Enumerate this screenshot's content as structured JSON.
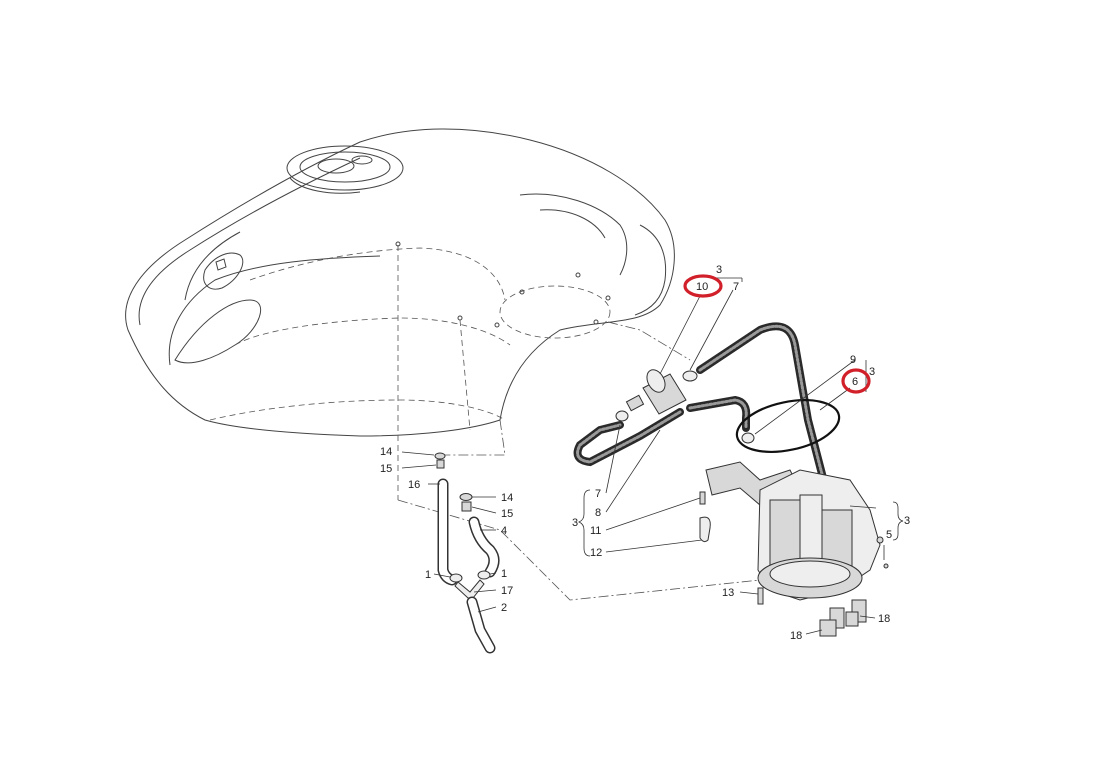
{
  "diagram": {
    "accent_color": "#d2202a",
    "callouts": [
      {
        "id": "c14a",
        "text": "14"
      },
      {
        "id": "c15a",
        "text": "15"
      },
      {
        "id": "c16",
        "text": "16"
      },
      {
        "id": "c14b",
        "text": "14"
      },
      {
        "id": "c15b",
        "text": "15"
      },
      {
        "id": "c4",
        "text": "4"
      },
      {
        "id": "c1a",
        "text": "1"
      },
      {
        "id": "c1b",
        "text": "1"
      },
      {
        "id": "c17",
        "text": "17"
      },
      {
        "id": "c2",
        "text": "2"
      },
      {
        "id": "c3top",
        "text": "3"
      },
      {
        "id": "c10",
        "text": "10",
        "highlighted": true
      },
      {
        "id": "c7top",
        "text": "7"
      },
      {
        "id": "c9",
        "text": "9"
      },
      {
        "id": "c6",
        "text": "6",
        "highlighted": true
      },
      {
        "id": "c3right",
        "text": "3"
      },
      {
        "id": "c3left",
        "text": "3"
      },
      {
        "id": "c7mid",
        "text": "7"
      },
      {
        "id": "c8",
        "text": "8"
      },
      {
        "id": "c11",
        "text": "11"
      },
      {
        "id": "c12",
        "text": "12"
      },
      {
        "id": "c3far",
        "text": "3"
      },
      {
        "id": "c5",
        "text": "5"
      },
      {
        "id": "c13",
        "text": "13"
      },
      {
        "id": "c18a",
        "text": "18"
      },
      {
        "id": "c18b",
        "text": "18"
      }
    ]
  }
}
